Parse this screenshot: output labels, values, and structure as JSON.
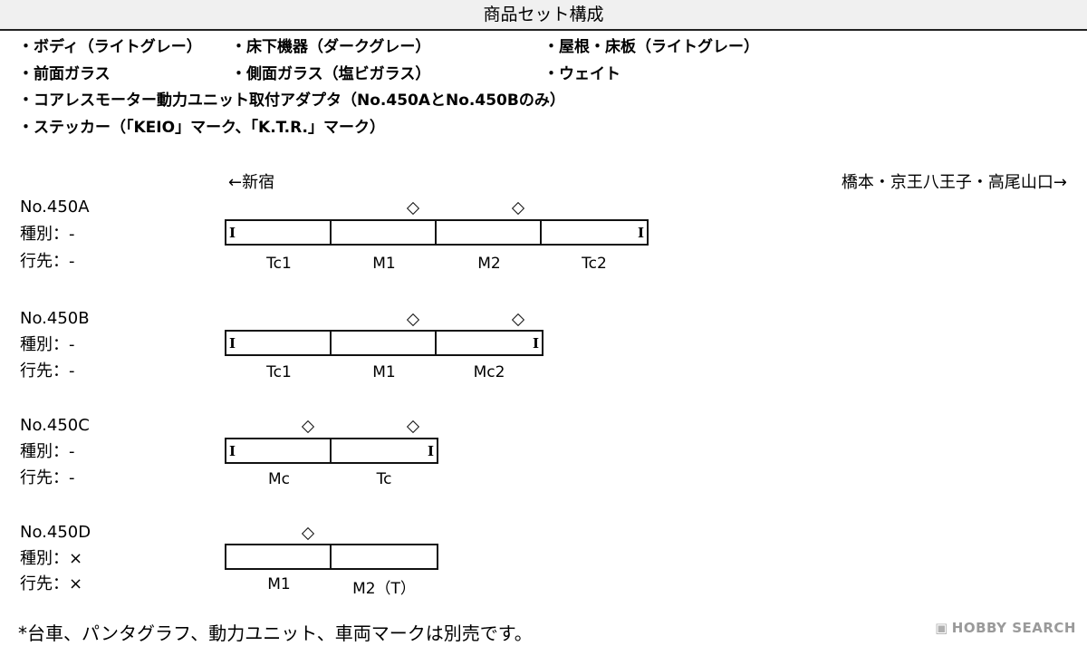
{
  "header": {
    "title": "商品セット構成"
  },
  "contents": {
    "row1": [
      "・ボディ（ライトグレー）",
      "・床下機器（ダークグレー）",
      "・屋根・床板（ライトグレー）"
    ],
    "row2": [
      "・前面ガラス",
      "・側面ガラス（塩ビガラス）",
      "・ウェイト"
    ],
    "row3": "・コアレスモーター動力ユニット取付アダプタ（No.450AとNo.450Bのみ）",
    "row4": "・ステッカー（「KEIO」マーク、「K.T.R.」マーク）"
  },
  "direction": {
    "left": "←新宿",
    "right": "橋本・京王八王子・高尾山口→"
  },
  "sets": [
    {
      "name": "No.450A",
      "type_label": "種別：-",
      "dest_label": "行先：-",
      "cars": [
        "Tc1",
        "M1",
        "M2",
        "Tc2"
      ],
      "cab_mark": "I"
    },
    {
      "name": "No.450B",
      "type_label": "種別：-",
      "dest_label": "行先：-",
      "cars": [
        "Tc1",
        "M1",
        "Mc2"
      ],
      "cab_mark": "I"
    },
    {
      "name": "No.450C",
      "type_label": "種別：-",
      "dest_label": "行先：-",
      "cars": [
        "Mc",
        "Tc"
      ],
      "cab_mark": "I"
    },
    {
      "name": "No.450D",
      "type_label": "種別：×",
      "dest_label": "行先：×",
      "cars": [
        "M1",
        "M2（T）"
      ]
    }
  ],
  "footer": {
    "note": "*台車、パンタグラフ、動力ユニット、車両マークは別売です。",
    "watermark": "HOBBY SEARCH",
    "watermark_icon": "hobbysearch-logo-icon"
  }
}
